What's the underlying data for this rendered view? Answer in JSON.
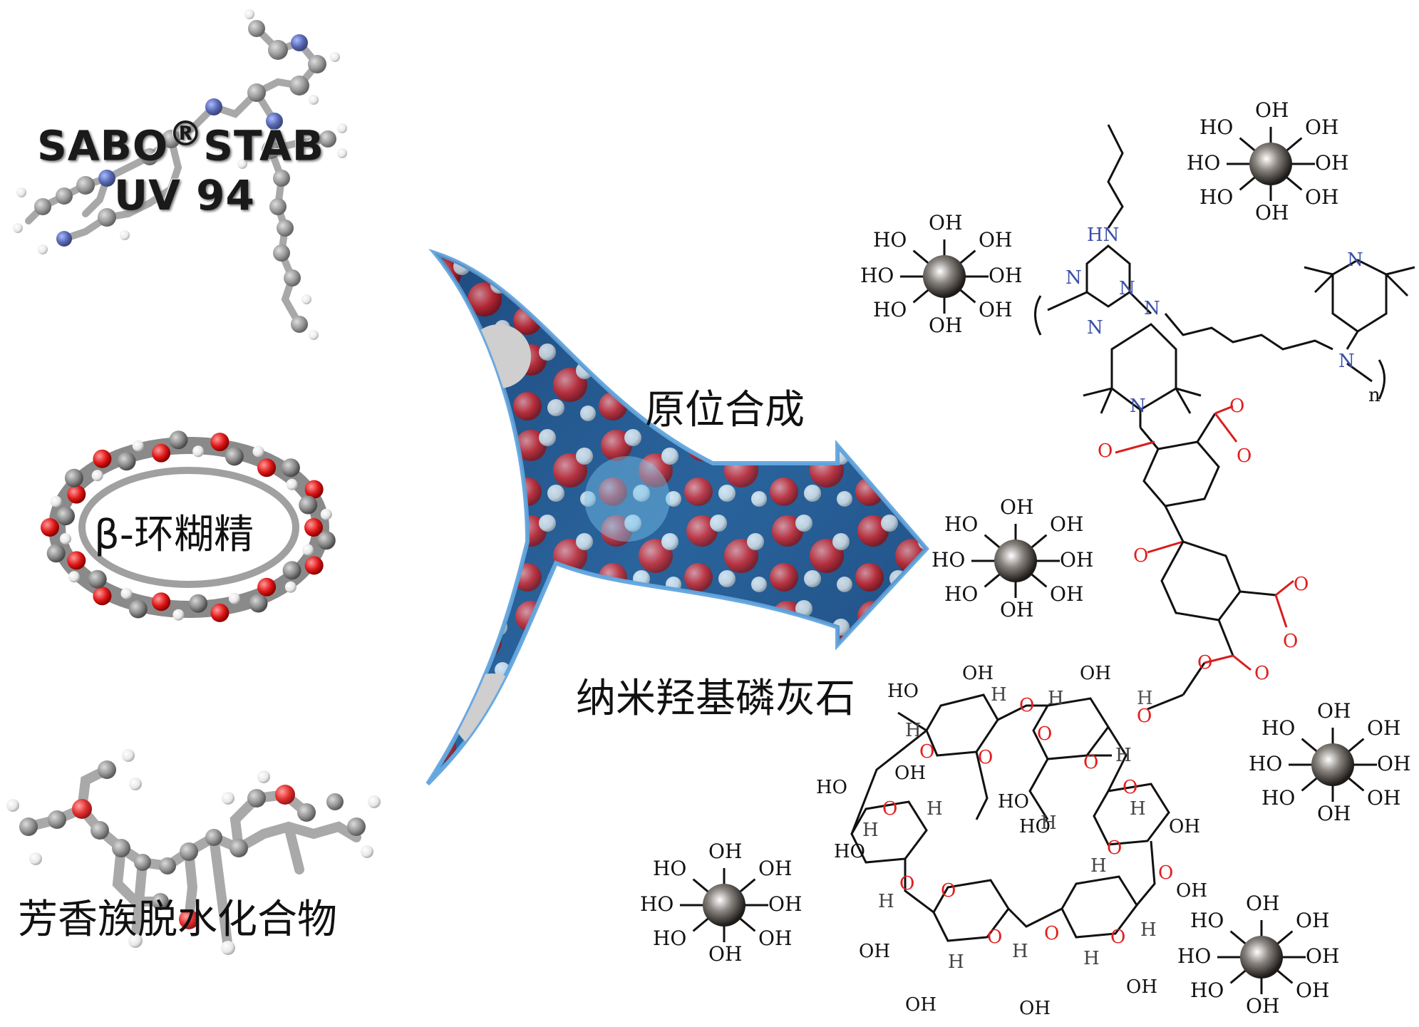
{
  "inputs": {
    "sabostab_line1": "SABO",
    "sabostab_reg": "®",
    "sabostab_line2": "STAB",
    "sabostab_line3": "UV 94",
    "beta_cd": "β-环糊精",
    "aromatic": "芳香族脱水化合物"
  },
  "process": {
    "top": "原位合成",
    "bottom": "纳米羟基磷灰石"
  },
  "chem": {
    "oh": "OH",
    "ho": "HO",
    "h": "H",
    "o": "O",
    "n": "N",
    "hn": "HN",
    "n_sub": "n"
  },
  "colors": {
    "oxygen": "#e21d1d",
    "nitrogen": "#3a4fa8",
    "carbon": "#8a8a8a",
    "hydrogen": "#f2f2f2",
    "arrow_fill": "#3f8fd0",
    "ink": "#111111",
    "red_bond": "#d71e1e"
  }
}
